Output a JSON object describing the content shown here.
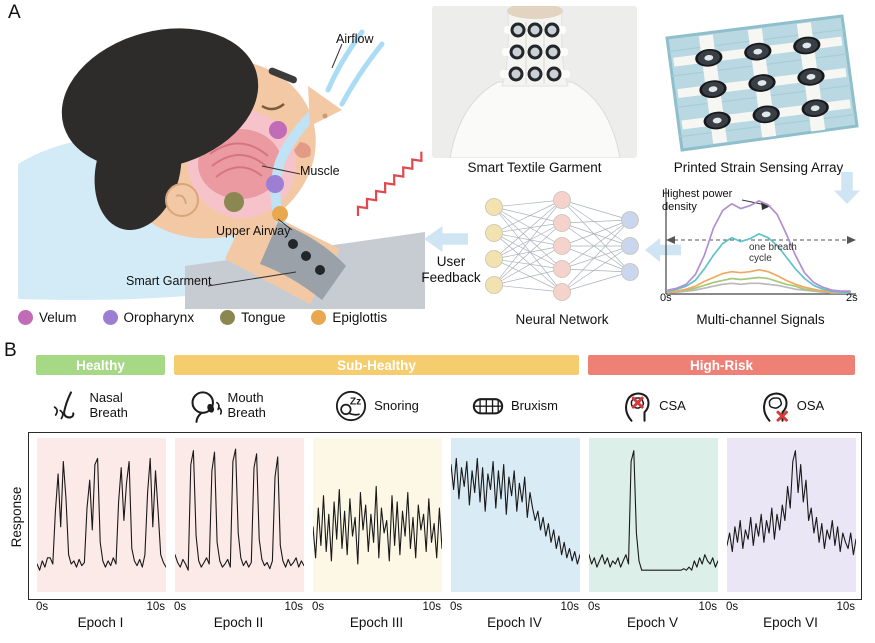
{
  "panelA": {
    "label": "A",
    "labels": {
      "airflow": "Airflow",
      "muscle": "Muscle",
      "upper_airway": "Upper Airway",
      "smart_garment": "Smart Garment"
    },
    "legend": [
      {
        "label": "Velum",
        "color": "#c06cb6"
      },
      {
        "label": "Oropharynx",
        "color": "#9c7fd4"
      },
      {
        "label": "Tongue",
        "color": "#8b8750"
      },
      {
        "label": "Epiglottis",
        "color": "#e9a84f"
      }
    ],
    "garment_caption": "Smart Textile Garment",
    "array_caption": "Printed Strain Sensing Array",
    "nn_caption": "Neural Network",
    "signals_caption": "Multi-channel Signals",
    "feedback_label": "User Feedback",
    "nn": {
      "layers": [
        4,
        5,
        3
      ],
      "colors": [
        "#f1e2b0",
        "#f5d2cb",
        "#c9d6ee"
      ]
    }
  },
  "panelB": {
    "label": "B",
    "categories": [
      {
        "label": "Healthy",
        "color": "#a6d886"
      },
      {
        "label": "Sub-Healthy",
        "color": "#f5cd6e"
      },
      {
        "label": "High-Risk",
        "color": "#ee8076"
      }
    ],
    "conditions": [
      {
        "label": "Nasal Breath",
        "icon": "nose-icon"
      },
      {
        "label": "Mouth Breath",
        "icon": "mouth-breath-icon"
      },
      {
        "label": "Snoring",
        "icon": "snoring-icon"
      },
      {
        "label": "Bruxism",
        "icon": "teeth-icon"
      },
      {
        "label": "CSA",
        "icon": "brain-csa-icon"
      },
      {
        "label": "OSA",
        "icon": "airway-osa-icon"
      }
    ],
    "snore_text": "Zz",
    "ylabel": "Response"
  },
  "chart_data": [
    {
      "type": "line",
      "title": "Multi-channel Signals",
      "x_start": "0s",
      "x_end": "2s",
      "annotations": {
        "power": "Highest power density",
        "cycle": "one breath cycle"
      },
      "series": [
        {
          "name": "velum-channel",
          "color": "#b28fd0",
          "values": [
            4,
            6,
            10,
            20,
            40,
            68,
            86,
            93,
            88,
            91,
            96,
            92,
            82,
            62,
            40,
            22,
            12,
            7,
            4,
            3,
            3
          ]
        },
        {
          "name": "oropharynx-channel",
          "color": "#5fc3c9",
          "values": [
            3,
            5,
            8,
            14,
            26,
            40,
            52,
            58,
            54,
            57,
            62,
            58,
            50,
            38,
            26,
            16,
            9,
            5,
            3,
            2,
            2
          ]
        },
        {
          "name": "tongue-channel",
          "color": "#f0a860",
          "values": [
            2,
            3,
            5,
            8,
            13,
            17,
            21,
            23,
            22,
            23,
            25,
            23,
            19,
            14,
            10,
            7,
            5,
            3,
            2,
            2,
            2
          ]
        },
        {
          "name": "epiglottis-channel",
          "color": "#a8c878",
          "values": [
            2,
            3,
            4,
            6,
            9,
            12,
            14,
            16,
            15,
            16,
            17,
            16,
            13,
            10,
            8,
            5,
            4,
            3,
            2,
            2,
            2
          ]
        },
        {
          "name": "baseline-channel",
          "color": "#b9b9b9",
          "values": [
            1,
            2,
            3,
            4,
            6,
            8,
            10,
            11,
            10,
            11,
            11,
            10,
            9,
            7,
            5,
            4,
            3,
            2,
            1,
            1,
            1
          ]
        }
      ]
    },
    {
      "type": "line",
      "title": "Breathing epochs",
      "ylabel": "Response",
      "x_start": "0s",
      "x_end": "10s",
      "epochs": [
        {
          "name": "Epoch I",
          "condition": "Nasal Breath",
          "bg": "#fceae8",
          "values": [
            24,
            20,
            26,
            22,
            28,
            28,
            24,
            58,
            82,
            48,
            90,
            66,
            30,
            24,
            26,
            22,
            27,
            23,
            25,
            60,
            78,
            46,
            88,
            92,
            38,
            26,
            22,
            26,
            23,
            28,
            24,
            64,
            86,
            52,
            76,
            90,
            34,
            26,
            23,
            27,
            22,
            30,
            70,
            92,
            48,
            84,
            58,
            30,
            25,
            22
          ]
        },
        {
          "name": "Epoch II",
          "condition": "Mouth Breath",
          "bg": "#fceae8",
          "values": [
            30,
            25,
            22,
            27,
            24,
            20,
            88,
            97,
            42,
            26,
            22,
            25,
            28,
            24,
            84,
            96,
            38,
            26,
            22,
            24,
            27,
            22,
            90,
            98,
            44,
            28,
            23,
            26,
            22,
            25,
            86,
            95,
            40,
            27,
            23,
            25,
            21,
            26,
            80,
            93,
            36,
            26,
            22,
            27,
            23,
            25,
            28,
            22,
            26,
            23
          ]
        },
        {
          "name": "Epoch III",
          "condition": "Snoring",
          "bg": "#fdf8e6",
          "values": [
            48,
            28,
            60,
            36,
            68,
            32,
            56,
            26,
            64,
            40,
            72,
            34,
            58,
            30,
            66,
            42,
            54,
            24,
            70,
            46,
            62,
            32,
            56,
            38,
            74,
            28,
            60,
            44,
            52,
            26,
            68,
            36,
            64,
            30,
            58,
            42,
            70,
            34,
            54,
            28,
            62,
            46,
            56,
            32,
            66,
            38,
            50,
            28,
            60,
            34
          ]
        },
        {
          "name": "Epoch IV",
          "condition": "Bruxism",
          "bg": "#d9ebf4",
          "values": [
            88,
            72,
            92,
            66,
            86,
            74,
            90,
            62,
            84,
            70,
            92,
            64,
            86,
            58,
            82,
            72,
            90,
            60,
            84,
            66,
            88,
            56,
            80,
            68,
            84,
            58,
            76,
            64,
            80,
            54,
            70,
            60,
            52,
            58,
            46,
            54,
            42,
            50,
            38,
            46,
            34,
            42,
            30,
            38,
            28,
            34,
            26,
            32,
            24,
            30
          ]
        },
        {
          "name": "Epoch V",
          "condition": "CSA",
          "bg": "#dcf0e9",
          "values": [
            30,
            24,
            28,
            22,
            26,
            30,
            24,
            28,
            22,
            26,
            24,
            28,
            22,
            26,
            30,
            24,
            90,
            97,
            44,
            26,
            20,
            20,
            20,
            20,
            20,
            20,
            20,
            20,
            20,
            20,
            20,
            20,
            20,
            20,
            20,
            20,
            21,
            20,
            22,
            20,
            26,
            22,
            28,
            24,
            30,
            26,
            24,
            28,
            22,
            26
          ]
        },
        {
          "name": "Epoch VI",
          "condition": "OSA",
          "bg": "#eae6f5",
          "values": [
            36,
            44,
            32,
            48,
            38,
            52,
            34,
            46,
            40,
            54,
            36,
            50,
            42,
            56,
            38,
            52,
            44,
            60,
            40,
            56,
            46,
            62,
            52,
            74,
            60,
            90,
            97,
            70,
            88,
            64,
            78,
            52,
            60,
            44,
            54,
            38,
            50,
            34,
            46,
            40,
            52,
            36,
            48,
            32,
            44,
            38,
            34,
            44,
            30,
            40
          ]
        }
      ]
    }
  ]
}
